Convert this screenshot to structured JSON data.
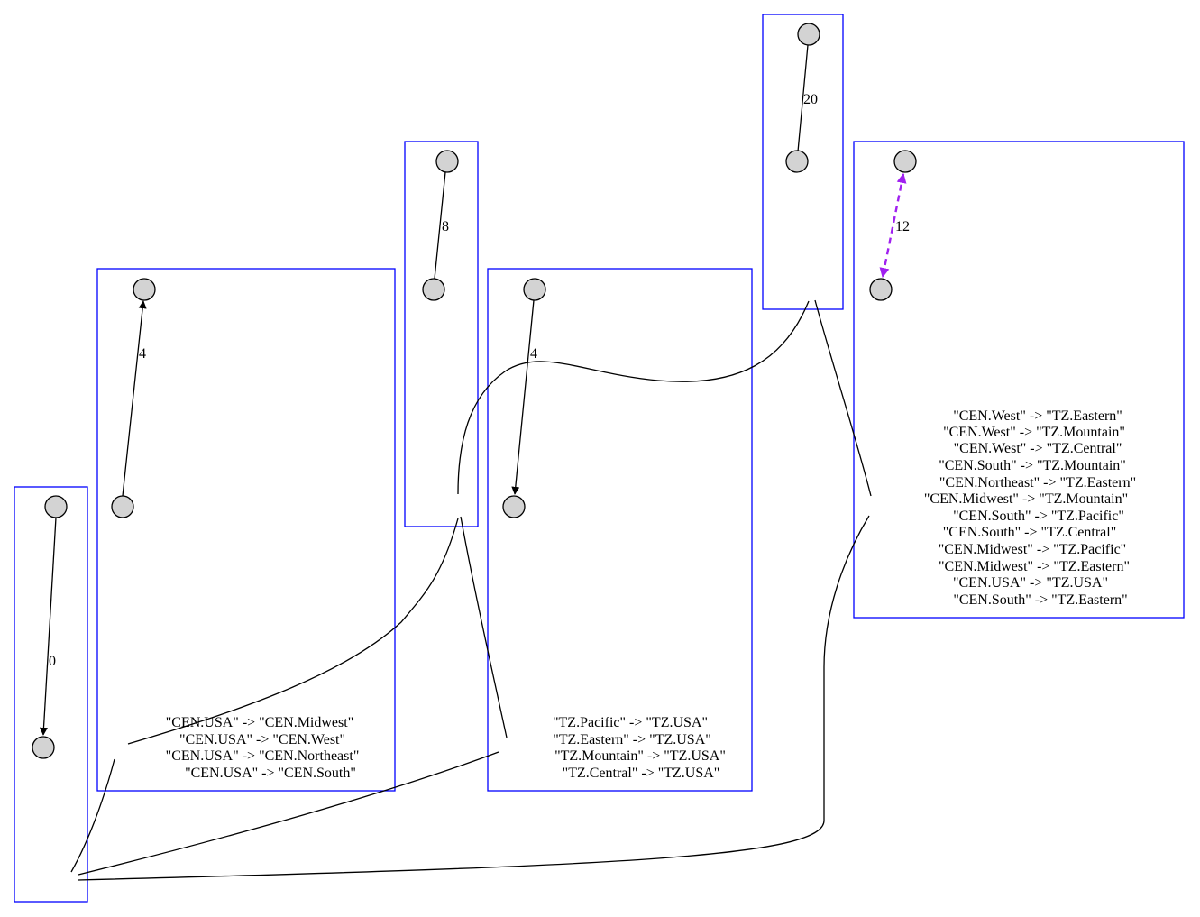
{
  "colors": {
    "cluster_border": "#0000ff",
    "node_fill": "#d3d3d3",
    "edge": "#000000",
    "highlight_edge": "#a020f0"
  },
  "clusters": [
    {
      "id": "c0",
      "edge_label": "0",
      "text_lines": []
    },
    {
      "id": "c_cen",
      "edge_label": "4",
      "text_lines": [
        "\"CEN.USA\" -> \"CEN.Midwest\"",
        "\"CEN.USA\" -> \"CEN.West\"",
        "\"CEN.USA\" -> \"CEN.Northeast\"",
        "\"CEN.USA\" -> \"CEN.South\""
      ]
    },
    {
      "id": "c8",
      "edge_label": "8",
      "text_lines": []
    },
    {
      "id": "c_tz",
      "edge_label": "4",
      "text_lines": [
        "\"TZ.Pacific\" -> \"TZ.USA\"",
        "\"TZ.Eastern\" -> \"TZ.USA\"",
        "\"TZ.Mountain\" -> \"TZ.USA\"",
        "\"TZ.Central\" -> \"TZ.USA\""
      ]
    },
    {
      "id": "c20",
      "edge_label": "20",
      "text_lines": []
    },
    {
      "id": "c_map",
      "edge_label": "12",
      "text_lines": [
        "\"CEN.West\" -> \"TZ.Eastern\"",
        "\"CEN.West\" -> \"TZ.Mountain\"",
        "\"CEN.West\" -> \"TZ.Central\"",
        "\"CEN.South\" -> \"TZ.Mountain\"",
        "\"CEN.Northeast\" -> \"TZ.Eastern\"",
        "\"CEN.Midwest\" -> \"TZ.Mountain\"",
        "\"CEN.South\" -> \"TZ.Pacific\"",
        "\"CEN.South\" -> \"TZ.Central\"",
        "\"CEN.Midwest\" -> \"TZ.Pacific\"",
        "\"CEN.Midwest\" -> \"TZ.Eastern\"",
        "\"CEN.USA\" -> \"TZ.USA\"",
        "\"CEN.South\" -> \"TZ.Eastern\""
      ]
    }
  ]
}
